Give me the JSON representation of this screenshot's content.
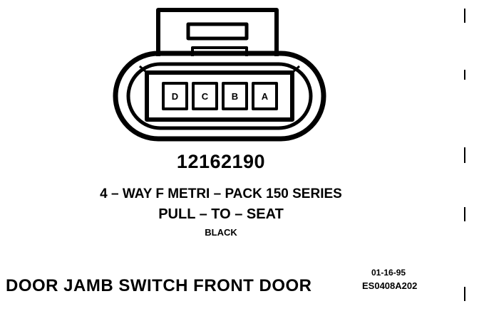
{
  "connector": {
    "pins": [
      "D",
      "C",
      "B",
      "A"
    ],
    "part_number": "12162190",
    "description_line1": "4 – WAY F METRI – PACK 150 SERIES",
    "description_line2": "PULL – TO – SEAT",
    "color": "BLACK"
  },
  "caption": {
    "title": "DOOR JAMB SWITCH FRONT DOOR",
    "date": "01-16-95",
    "code": "ES0408A202"
  }
}
